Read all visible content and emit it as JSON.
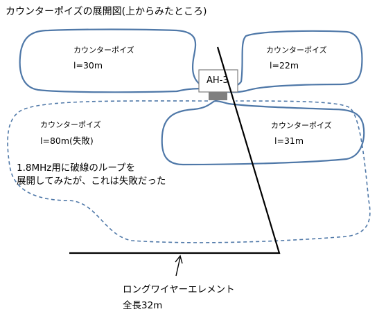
{
  "title": "カウンターポイズの展開図(上からみたところ)",
  "counterpoises": [
    {
      "label": "カウンターポイズ",
      "length": "l=30m"
    },
    {
      "label": "カウンターポイズ",
      "length": "l=22m"
    },
    {
      "label": "カウンターポイズ",
      "length": "l=80m(失敗)"
    },
    {
      "label": "カウンターポイズ",
      "length": "l=31m"
    }
  ],
  "tuner": {
    "label": "AH-3"
  },
  "note": {
    "line1": "1.8MHz用に破線のループを",
    "line2": "展開してみたが、これは失敗だった"
  },
  "element": {
    "name": "ロングワイヤーエレメント",
    "length": "全長32m"
  },
  "colors": {
    "loop": "#4f78a8",
    "wire": "#000000",
    "tuner_box": "#7f7f7f"
  }
}
